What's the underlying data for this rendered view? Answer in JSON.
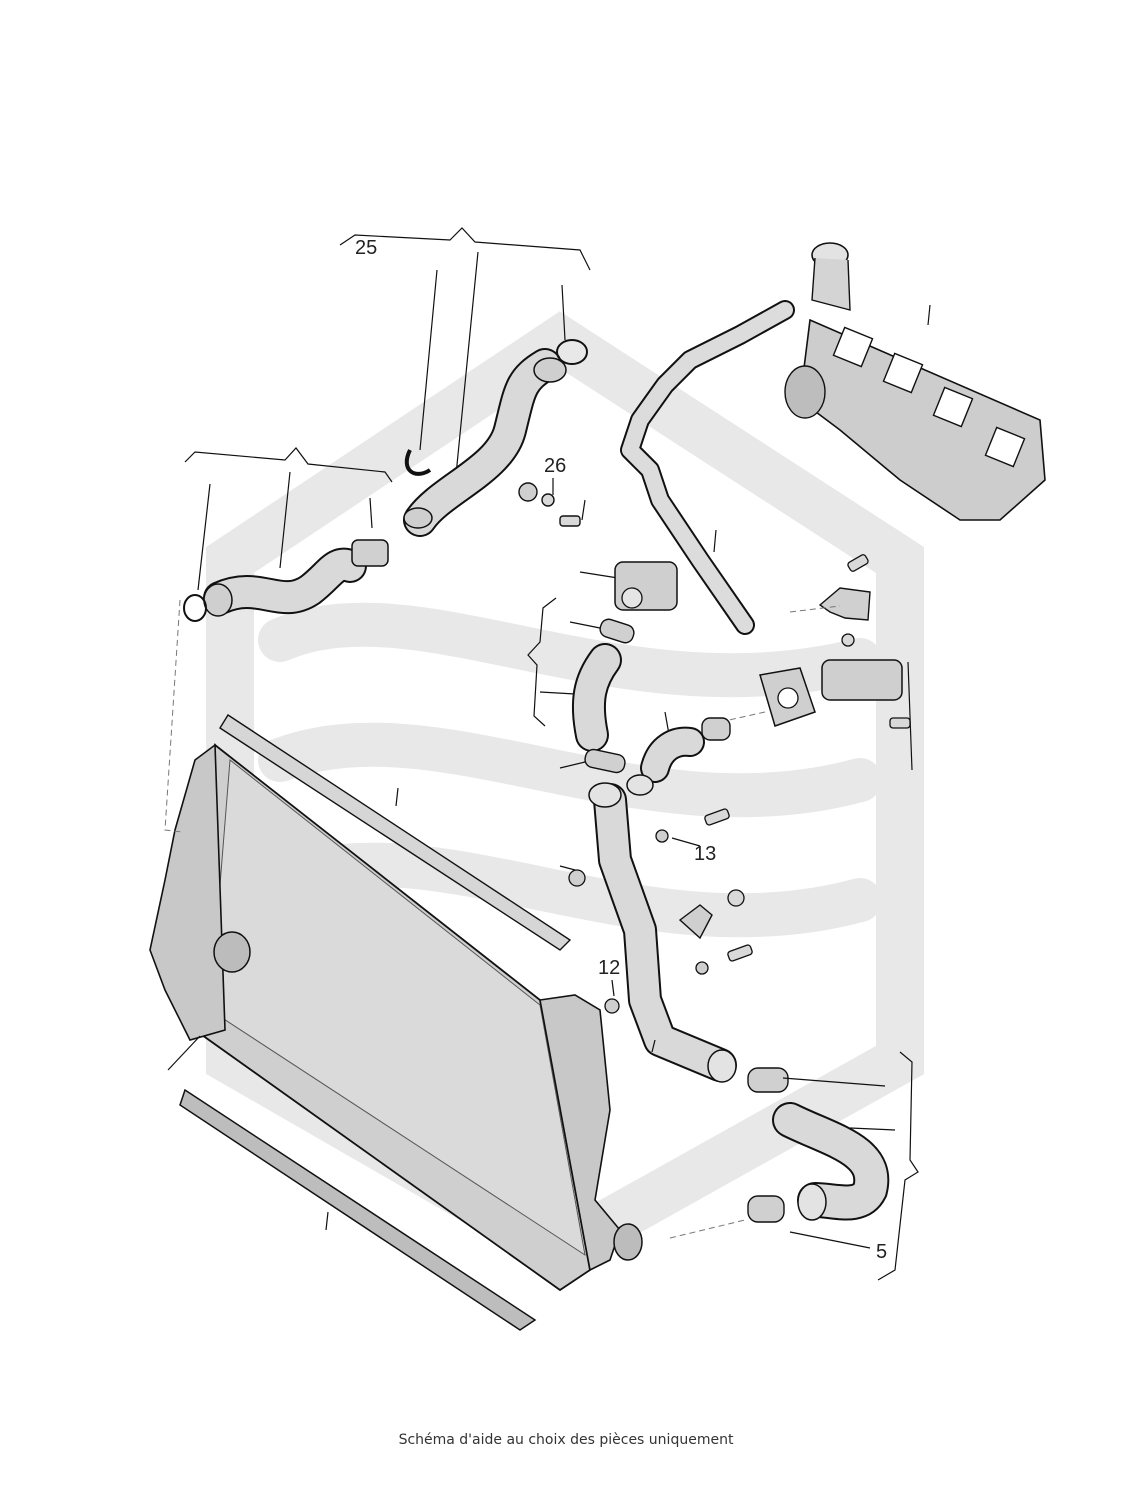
{
  "callouts": {
    "c25": "25",
    "c26": "26",
    "c13": "13",
    "c12": "12",
    "c5": "5"
  },
  "footer": {
    "disclaimer": "Schéma d'aide au choix des pièces uniquement"
  },
  "colors": {
    "watermark": "#e6e6e6",
    "part_fill": "#d9d9d9",
    "part_shade": "#b8b8b8",
    "line": "#111111"
  }
}
